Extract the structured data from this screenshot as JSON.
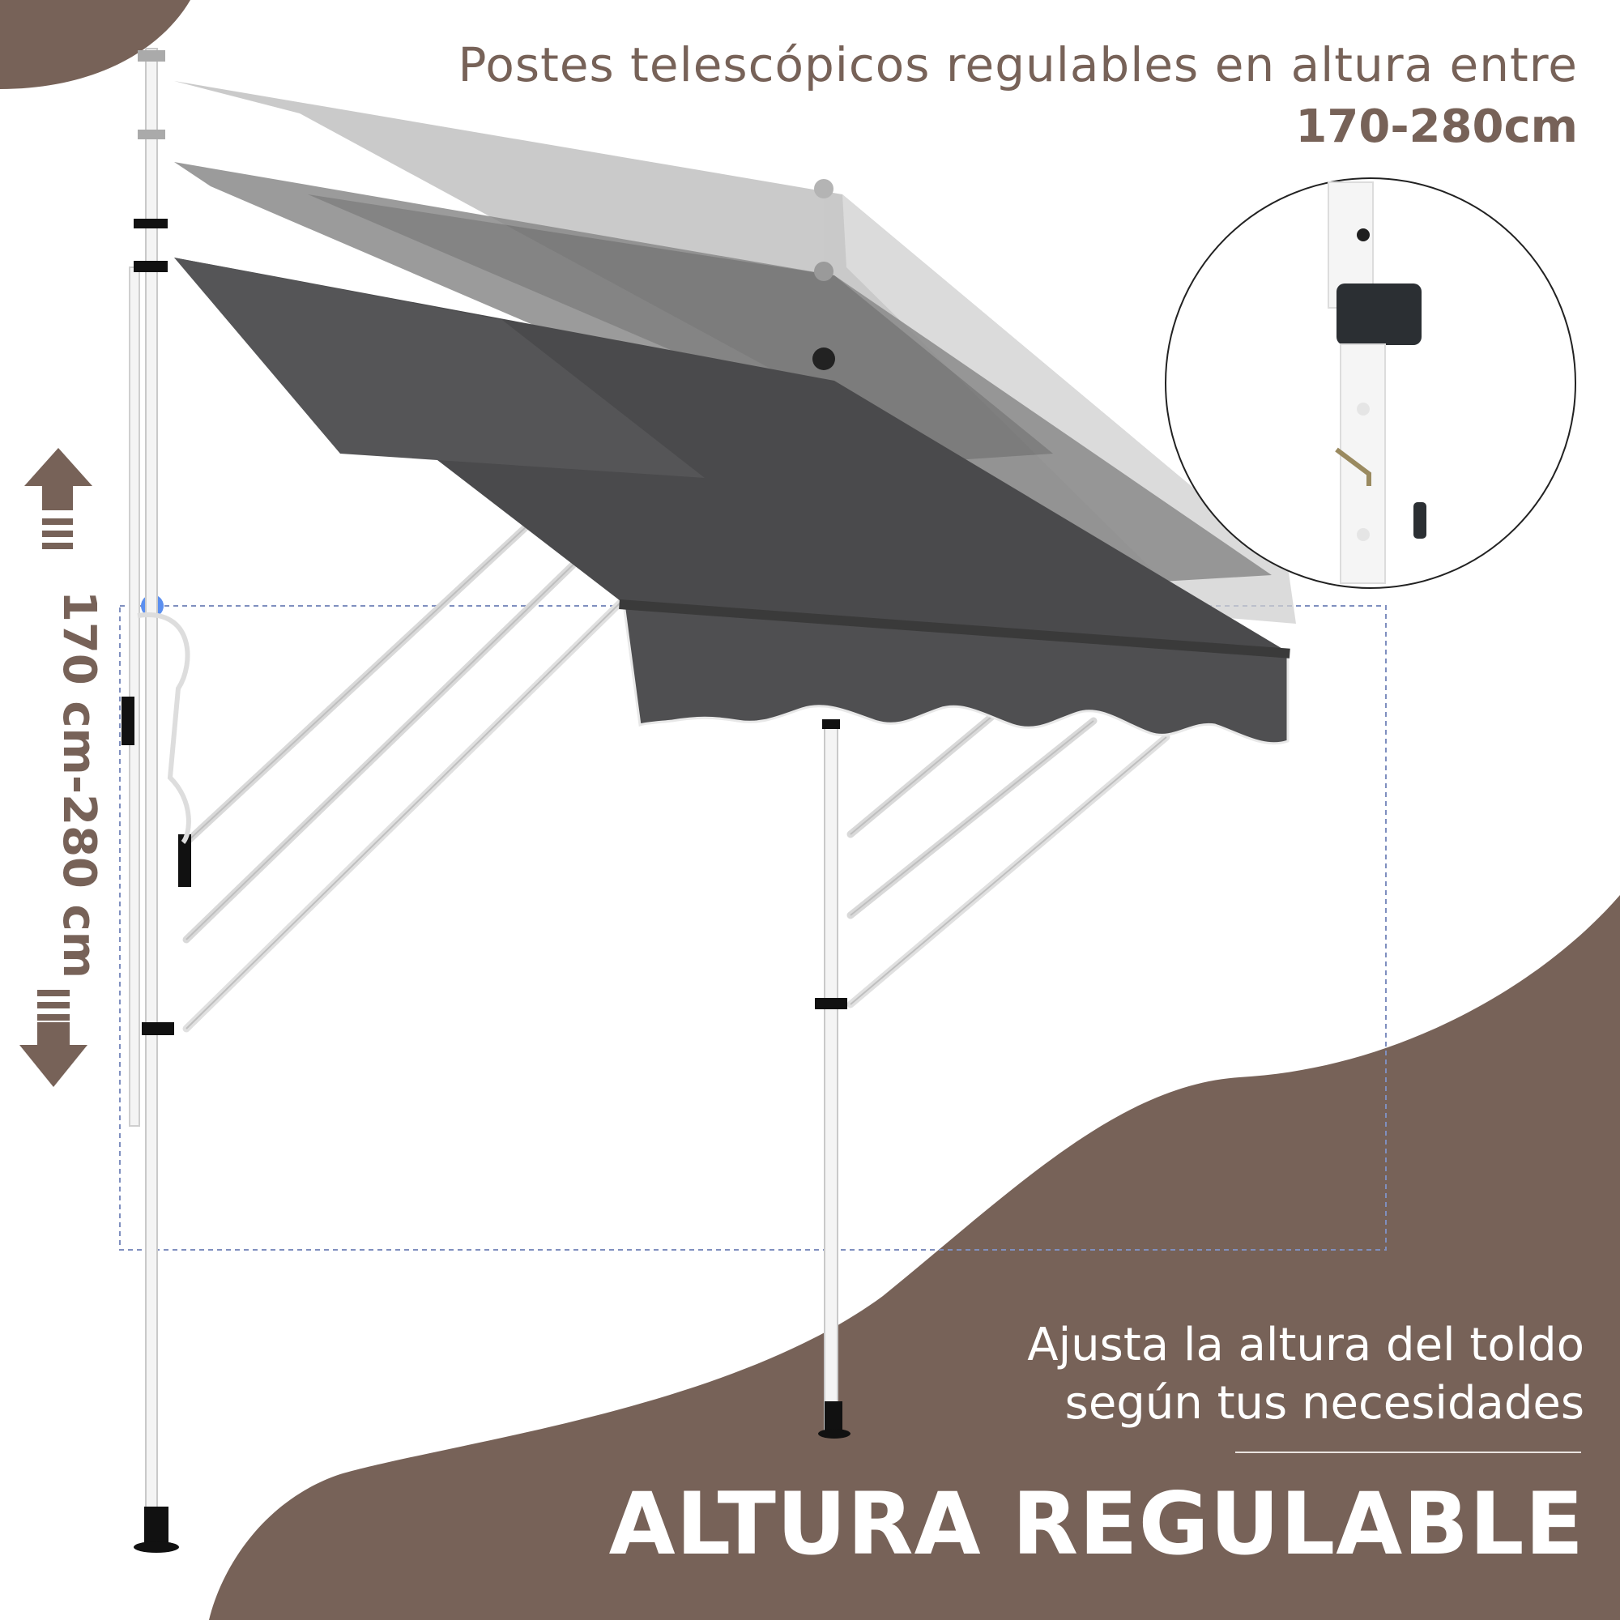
{
  "headline": {
    "line1": "Postes telescópicos regulables en altura entre",
    "line2": "170-280cm"
  },
  "dimension_label": "170 cm-280 cm",
  "caption": {
    "line1": "Ajusta la altura del toldo",
    "line2": "según tus necesidades"
  },
  "title": "ALTURA REGULABLE",
  "colors": {
    "brand_brown": "#776258",
    "canopy_dark": "#4a4a4c",
    "canopy_ghost": "#9a9a9a",
    "frame_white": "#f4f4f4",
    "guide_blue": "#7f8fbf"
  },
  "icons": [
    "double-arrow-icon",
    "zoom-detail-circle",
    "awning-illustration"
  ]
}
